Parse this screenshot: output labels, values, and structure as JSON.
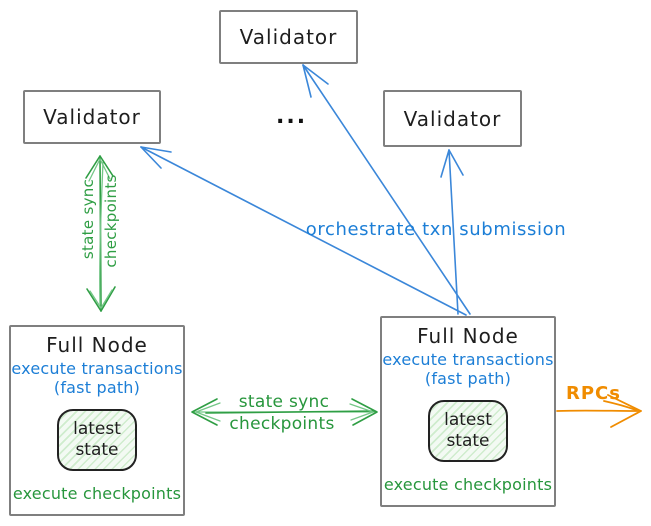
{
  "diagram": {
    "validators": {
      "top": "Validator",
      "left": "Validator",
      "right": "Validator",
      "ellipsis": "..."
    },
    "full_nodes": {
      "left": {
        "title": "Full Node",
        "blue_line1": "execute transactions",
        "blue_line2": "(fast path)",
        "state_line1": "latest",
        "state_line2": "state",
        "green_footer": "execute checkpoints"
      },
      "right": {
        "title": "Full Node",
        "blue_line1": "execute transactions",
        "blue_line2": "(fast path)",
        "state_line1": "latest",
        "state_line2": "state",
        "green_footer": "execute checkpoints"
      }
    },
    "edges": {
      "state_sync_vertical": {
        "line1": "state sync",
        "line2": "checkpoints"
      },
      "state_sync_horizontal": {
        "line1": "state sync",
        "line2": "checkpoints"
      },
      "orchestrate_label": "orchestrate txn submission",
      "rpcs_label": "RPCs"
    },
    "colors": {
      "ink": "#1e1e1e",
      "box_border": "#7f7f7f",
      "blue_text": "#1c7ed6",
      "blue_arrow": "#3b87d9",
      "green": "#2f9e44",
      "green_light": "#74c687",
      "orange": "#f08c00",
      "state_fill": "#f3faf3",
      "state_hatch": "#cfeccd"
    }
  }
}
